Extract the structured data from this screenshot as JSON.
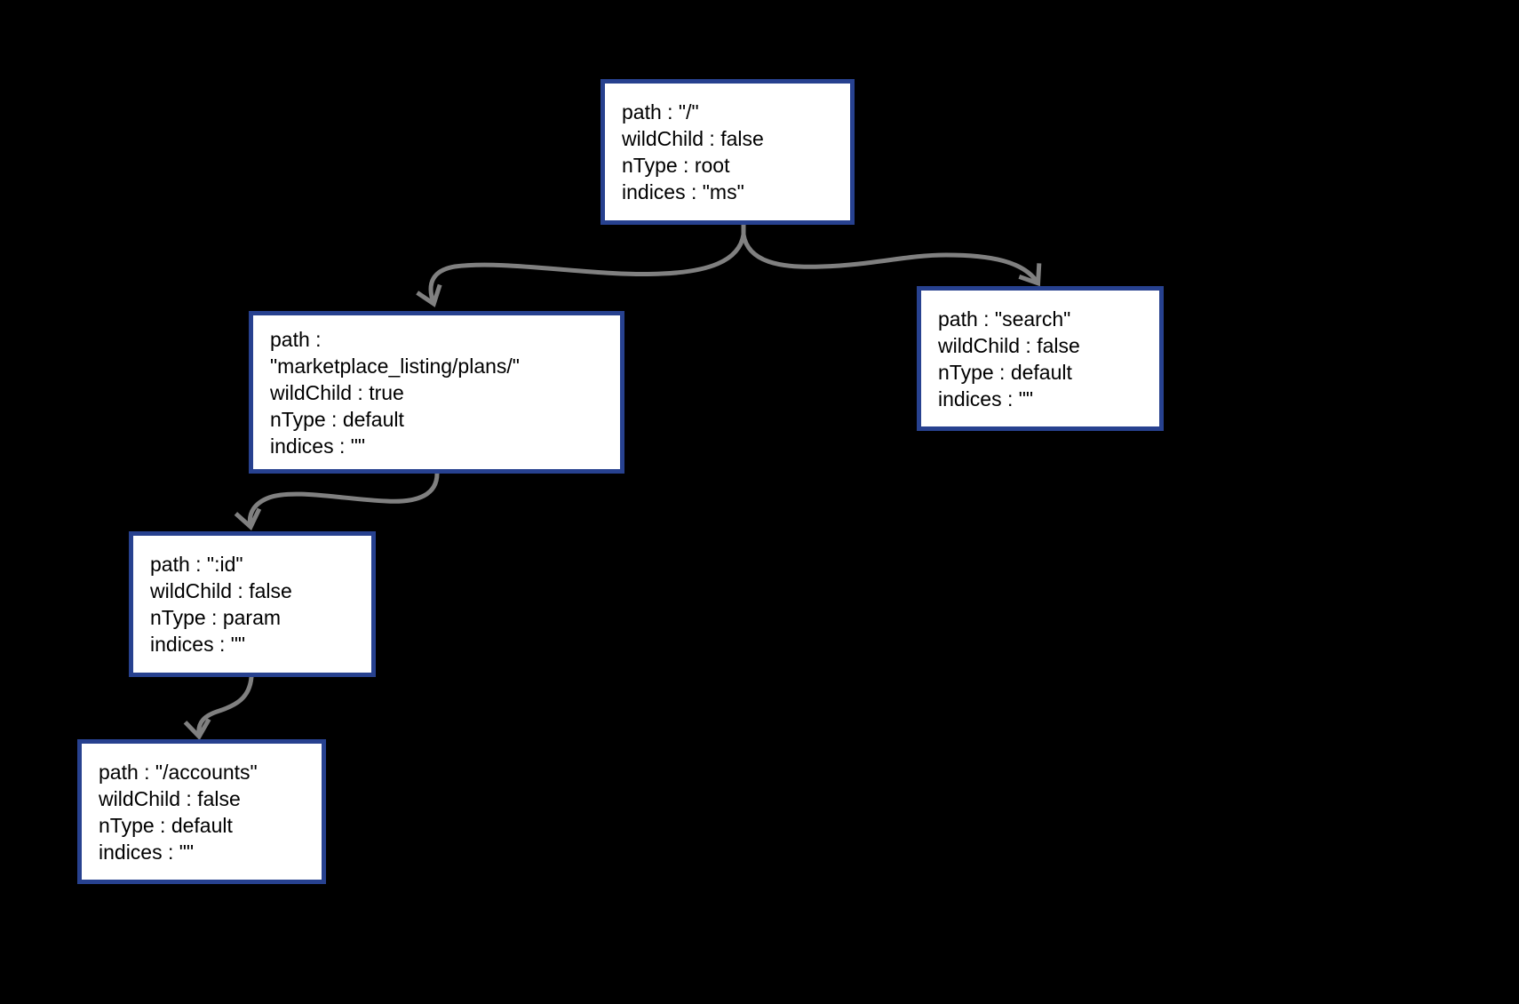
{
  "diagram": {
    "type": "tree",
    "background": "black",
    "node_count": 5
  },
  "colors": {
    "background": "#000000",
    "node_fill": "#ffffff",
    "node_border": "#27418f",
    "arrow": "#808080",
    "text": "#000000"
  },
  "nodes": {
    "root": {
      "lines": [
        "path : \"/\"",
        "wildChild : false",
        "nType : root",
        "indices : \"ms\""
      ]
    },
    "plans": {
      "lines": [
        "path :",
        "\"marketplace_listing/plans/\"",
        "wildChild : true",
        "nType : default",
        "indices : \"\""
      ]
    },
    "search": {
      "lines": [
        "path : \"search\"",
        "wildChild : false",
        "nType : default",
        "indices : \"\""
      ]
    },
    "id": {
      "lines": [
        "path : \":id\"",
        "wildChild : false",
        "nType : param",
        "indices : \"\""
      ]
    },
    "accounts": {
      "lines": [
        "path : \"/accounts\"",
        "wildChild : false",
        "nType : default",
        "indices : \"\""
      ]
    }
  },
  "edges": [
    {
      "from": "root",
      "to": "plans"
    },
    {
      "from": "root",
      "to": "search"
    },
    {
      "from": "plans",
      "to": "id"
    },
    {
      "from": "id",
      "to": "accounts"
    }
  ]
}
